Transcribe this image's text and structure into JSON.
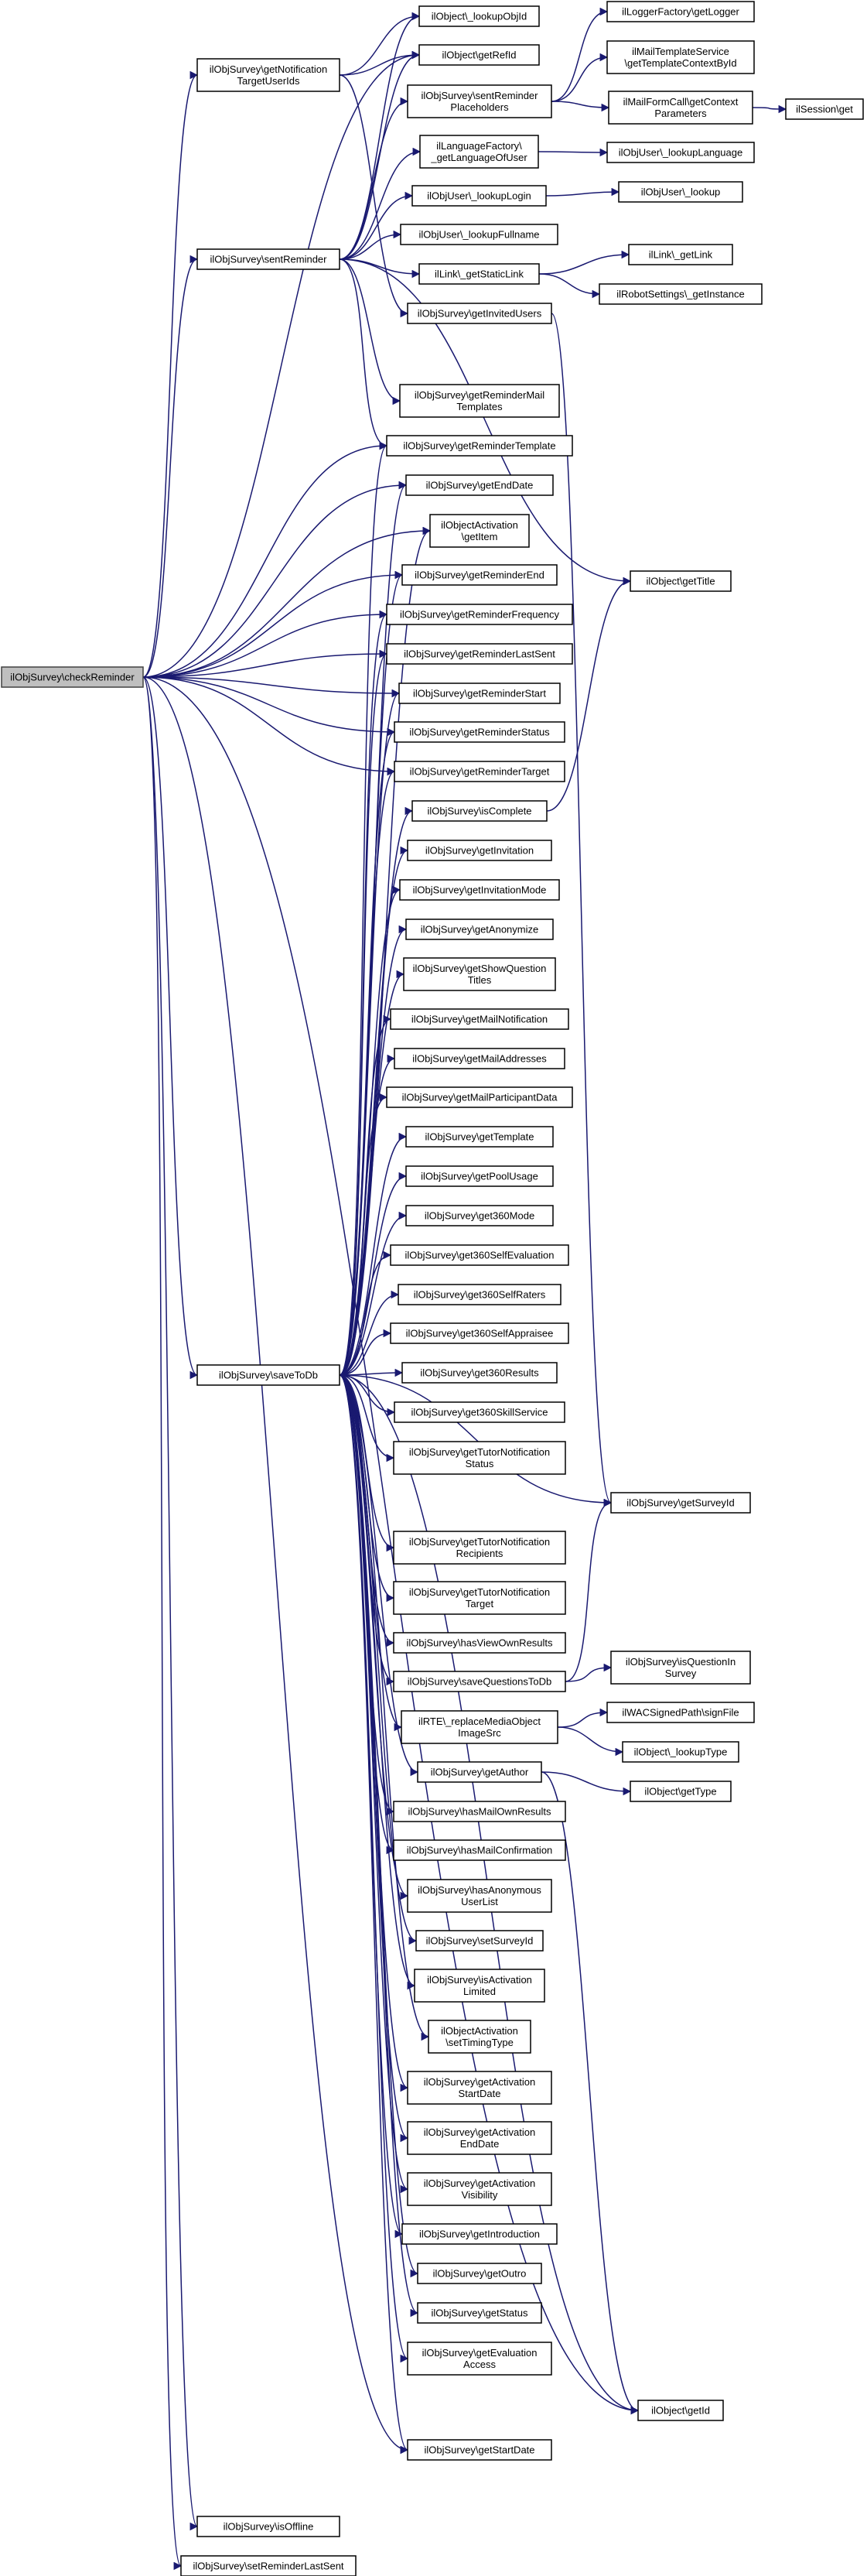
{
  "graph": {
    "title": "",
    "edge_color": "#191970",
    "root_fill": "#bfbfbf",
    "node_fill": "#ffffff",
    "nodes": [
      {
        "id": "checkReminder",
        "lines": [
          "ilObjSurvey\\checkReminder"
        ],
        "root": true
      },
      {
        "id": "getNotificationTargetUserIds",
        "lines": [
          "ilObjSurvey\\getNotification",
          "TargetUserIds"
        ]
      },
      {
        "id": "sentReminder",
        "lines": [
          "ilObjSurvey\\sentReminder"
        ]
      },
      {
        "id": "saveToDb",
        "lines": [
          "ilObjSurvey\\saveToDb"
        ]
      },
      {
        "id": "isOffline",
        "lines": [
          "ilObjSurvey\\isOffline"
        ]
      },
      {
        "id": "setReminderLastSent",
        "lines": [
          "ilObjSurvey\\setReminderLastSent"
        ]
      },
      {
        "id": "lookupObjId",
        "lines": [
          "ilObject\\_lookupObjId"
        ]
      },
      {
        "id": "getRefId",
        "lines": [
          "ilObject\\getRefId"
        ]
      },
      {
        "id": "sentReminderPlaceholders",
        "lines": [
          "ilObjSurvey\\sentReminder",
          "Placeholders"
        ]
      },
      {
        "id": "getLanguageOfUser",
        "lines": [
          "ilLanguageFactory\\",
          "_getLanguageOfUser"
        ]
      },
      {
        "id": "lookupLogin",
        "lines": [
          "ilObjUser\\_lookupLogin"
        ]
      },
      {
        "id": "lookupFullname",
        "lines": [
          "ilObjUser\\_lookupFullname"
        ]
      },
      {
        "id": "getStaticLink",
        "lines": [
          "ilLink\\_getStaticLink"
        ]
      },
      {
        "id": "getInvitedUsers",
        "lines": [
          "ilObjSurvey\\getInvitedUsers"
        ]
      },
      {
        "id": "getReminderMailTemplates",
        "lines": [
          "ilObjSurvey\\getReminderMail",
          "Templates"
        ]
      },
      {
        "id": "getReminderTemplate",
        "lines": [
          "ilObjSurvey\\getReminderTemplate"
        ]
      },
      {
        "id": "getEndDate",
        "lines": [
          "ilObjSurvey\\getEndDate"
        ]
      },
      {
        "id": "getItem",
        "lines": [
          "ilObjectActivation",
          "\\getItem"
        ]
      },
      {
        "id": "getReminderEnd",
        "lines": [
          "ilObjSurvey\\getReminderEnd"
        ]
      },
      {
        "id": "getReminderFrequency",
        "lines": [
          "ilObjSurvey\\getReminderFrequency"
        ]
      },
      {
        "id": "getReminderLastSent",
        "lines": [
          "ilObjSurvey\\getReminderLastSent"
        ]
      },
      {
        "id": "getReminderStart",
        "lines": [
          "ilObjSurvey\\getReminderStart"
        ]
      },
      {
        "id": "getReminderStatus",
        "lines": [
          "ilObjSurvey\\getReminderStatus"
        ]
      },
      {
        "id": "getReminderTarget",
        "lines": [
          "ilObjSurvey\\getReminderTarget"
        ]
      },
      {
        "id": "isComplete",
        "lines": [
          "ilObjSurvey\\isComplete"
        ]
      },
      {
        "id": "getInvitation",
        "lines": [
          "ilObjSurvey\\getInvitation"
        ]
      },
      {
        "id": "getInvitationMode",
        "lines": [
          "ilObjSurvey\\getInvitationMode"
        ]
      },
      {
        "id": "getAnonymize",
        "lines": [
          "ilObjSurvey\\getAnonymize"
        ]
      },
      {
        "id": "getShowQuestionTitles",
        "lines": [
          "ilObjSurvey\\getShowQuestion",
          "Titles"
        ]
      },
      {
        "id": "getMailNotification",
        "lines": [
          "ilObjSurvey\\getMailNotification"
        ]
      },
      {
        "id": "getMailAddresses",
        "lines": [
          "ilObjSurvey\\getMailAddresses"
        ]
      },
      {
        "id": "getMailParticipantData",
        "lines": [
          "ilObjSurvey\\getMailParticipantData"
        ]
      },
      {
        "id": "getTemplate",
        "lines": [
          "ilObjSurvey\\getTemplate"
        ]
      },
      {
        "id": "getPoolUsage",
        "lines": [
          "ilObjSurvey\\getPoolUsage"
        ]
      },
      {
        "id": "get360Mode",
        "lines": [
          "ilObjSurvey\\get360Mode"
        ]
      },
      {
        "id": "get360SelfEvaluation",
        "lines": [
          "ilObjSurvey\\get360SelfEvaluation"
        ]
      },
      {
        "id": "get360SelfRaters",
        "lines": [
          "ilObjSurvey\\get360SelfRaters"
        ]
      },
      {
        "id": "get360SelfAppraisee",
        "lines": [
          "ilObjSurvey\\get360SelfAppraisee"
        ]
      },
      {
        "id": "get360Results",
        "lines": [
          "ilObjSurvey\\get360Results"
        ]
      },
      {
        "id": "get360SkillService",
        "lines": [
          "ilObjSurvey\\get360SkillService"
        ]
      },
      {
        "id": "getTutorNotificationStatus",
        "lines": [
          "ilObjSurvey\\getTutorNotification",
          "Status"
        ]
      },
      {
        "id": "getTutorNotificationRecipients",
        "lines": [
          "ilObjSurvey\\getTutorNotification",
          "Recipients"
        ]
      },
      {
        "id": "getTutorNotificationTarget",
        "lines": [
          "ilObjSurvey\\getTutorNotification",
          "Target"
        ]
      },
      {
        "id": "hasViewOwnResults",
        "lines": [
          "ilObjSurvey\\hasViewOwnResults"
        ]
      },
      {
        "id": "saveQuestionsToDb",
        "lines": [
          "ilObjSurvey\\saveQuestionsToDb"
        ]
      },
      {
        "id": "replaceMediaObjectImageSrc",
        "lines": [
          "ilRTE\\_replaceMediaObject",
          "ImageSrc"
        ]
      },
      {
        "id": "getAuthor",
        "lines": [
          "ilObjSurvey\\getAuthor"
        ]
      },
      {
        "id": "hasMailOwnResults",
        "lines": [
          "ilObjSurvey\\hasMailOwnResults"
        ]
      },
      {
        "id": "hasMailConfirmation",
        "lines": [
          "ilObjSurvey\\hasMailConfirmation"
        ]
      },
      {
        "id": "hasAnonymousUserList",
        "lines": [
          "ilObjSurvey\\hasAnonymous",
          "UserList"
        ]
      },
      {
        "id": "setSurveyId",
        "lines": [
          "ilObjSurvey\\setSurveyId"
        ]
      },
      {
        "id": "isActivationLimited",
        "lines": [
          "ilObjSurvey\\isActivation",
          "Limited"
        ]
      },
      {
        "id": "setTimingType",
        "lines": [
          "ilObjectActivation",
          "\\setTimingType"
        ]
      },
      {
        "id": "getActivationStartDate",
        "lines": [
          "ilObjSurvey\\getActivation",
          "StartDate"
        ]
      },
      {
        "id": "getActivationEndDate",
        "lines": [
          "ilObjSurvey\\getActivation",
          "EndDate"
        ]
      },
      {
        "id": "getActivationVisibility",
        "lines": [
          "ilObjSurvey\\getActivation",
          "Visibility"
        ]
      },
      {
        "id": "getIntroduction",
        "lines": [
          "ilObjSurvey\\getIntroduction"
        ]
      },
      {
        "id": "getOutro",
        "lines": [
          "ilObjSurvey\\getOutro"
        ]
      },
      {
        "id": "getStatus",
        "lines": [
          "ilObjSurvey\\getStatus"
        ]
      },
      {
        "id": "getEvaluationAccess",
        "lines": [
          "ilObjSurvey\\getEvaluation",
          "Access"
        ]
      },
      {
        "id": "getStartDate",
        "lines": [
          "ilObjSurvey\\getStartDate"
        ]
      },
      {
        "id": "getLogger",
        "lines": [
          "ilLoggerFactory\\getLogger"
        ]
      },
      {
        "id": "getTemplateContextById",
        "lines": [
          "ilMailTemplateService",
          "\\getTemplateContextById"
        ]
      },
      {
        "id": "getContextParameters",
        "lines": [
          "ilMailFormCall\\getContext",
          "Parameters"
        ]
      },
      {
        "id": "lookupLanguage",
        "lines": [
          "ilObjUser\\_lookupLanguage"
        ]
      },
      {
        "id": "userLookup",
        "lines": [
          "ilObjUser\\_lookup"
        ]
      },
      {
        "id": "getLink",
        "lines": [
          "ilLink\\_getLink"
        ]
      },
      {
        "id": "robotGetInstance",
        "lines": [
          "ilRobotSettings\\_getInstance"
        ]
      },
      {
        "id": "objectGetTitle",
        "lines": [
          "ilObject\\getTitle"
        ]
      },
      {
        "id": "getSurveyId",
        "lines": [
          "ilObjSurvey\\getSurveyId"
        ]
      },
      {
        "id": "isQuestionInSurvey",
        "lines": [
          "ilObjSurvey\\isQuestionIn",
          "Survey"
        ]
      },
      {
        "id": "signFile",
        "lines": [
          "ilWACSignedPath\\signFile"
        ]
      },
      {
        "id": "lookupType",
        "lines": [
          "ilObject\\_lookupType"
        ]
      },
      {
        "id": "objectGetType",
        "lines": [
          "ilObject\\getType"
        ]
      },
      {
        "id": "objectGetId",
        "lines": [
          "ilObject\\getId"
        ]
      },
      {
        "id": "sessionGet",
        "lines": [
          "ilSession\\get"
        ]
      }
    ]
  }
}
